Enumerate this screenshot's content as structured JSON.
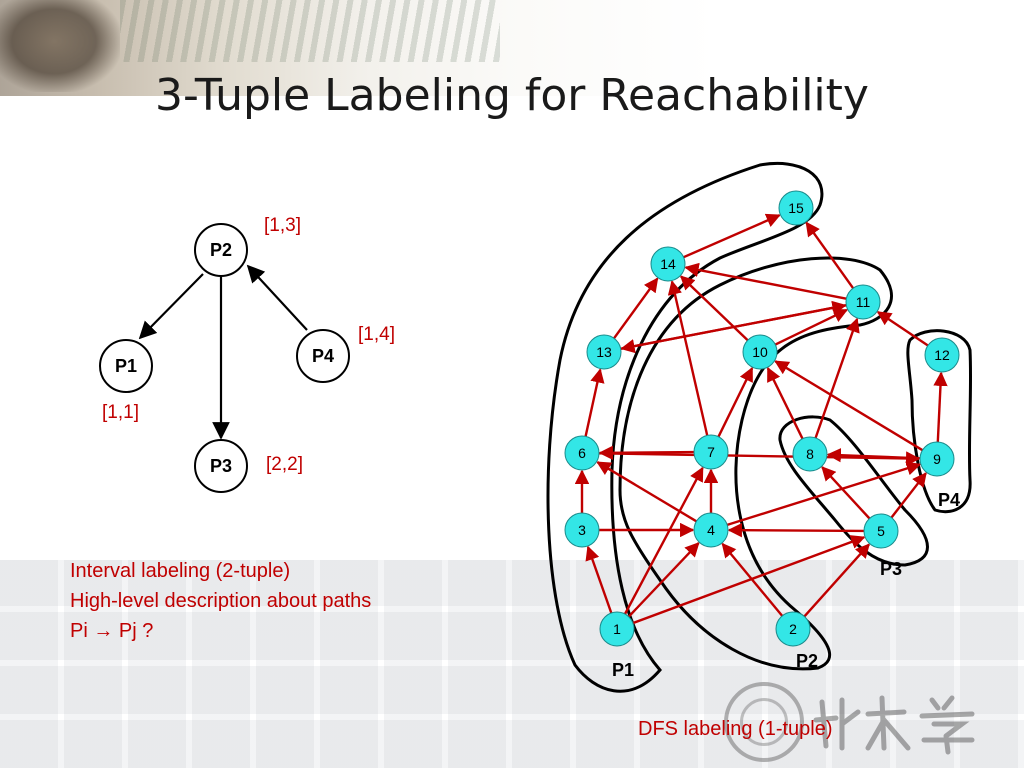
{
  "title": "3-Tuple Labeling for Reachability",
  "left_graph": {
    "nodes": [
      {
        "id": "P2",
        "label": "P2",
        "interval": "[1,3]"
      },
      {
        "id": "P1",
        "label": "P1",
        "interval": "[1,1]"
      },
      {
        "id": "P4",
        "label": "P4",
        "interval": "[1,4]"
      },
      {
        "id": "P3",
        "label": "P3",
        "interval": "[2,2]"
      }
    ],
    "edges": [
      [
        "P2",
        "P1"
      ],
      [
        "P2",
        "P3"
      ],
      [
        "P4",
        "P2"
      ]
    ]
  },
  "caption": {
    "line1": "Interval labeling (2-tuple)",
    "line2": "High-level description about paths",
    "line3": "Pi → Pj ?"
  },
  "right_graph": {
    "node_labels": [
      "1",
      "2",
      "3",
      "4",
      "5",
      "6",
      "7",
      "8",
      "9",
      "10",
      "11",
      "12",
      "13",
      "14",
      "15"
    ],
    "path_labels": {
      "P1": "P1",
      "P2": "P2",
      "P3": "P3",
      "P4": "P4"
    },
    "edges": [
      [
        "1",
        "3"
      ],
      [
        "3",
        "6"
      ],
      [
        "6",
        "13"
      ],
      [
        "13",
        "14"
      ],
      [
        "14",
        "15"
      ],
      [
        "2",
        "4"
      ],
      [
        "4",
        "7"
      ],
      [
        "7",
        "10"
      ],
      [
        "10",
        "11"
      ],
      [
        "11",
        "15"
      ],
      [
        "5",
        "8"
      ],
      [
        "9",
        "12"
      ],
      [
        "1",
        "7"
      ],
      [
        "1",
        "4"
      ],
      [
        "1",
        "5"
      ],
      [
        "2",
        "5"
      ],
      [
        "3",
        "4"
      ],
      [
        "4",
        "6"
      ],
      [
        "7",
        "6"
      ],
      [
        "7",
        "14"
      ],
      [
        "4",
        "9"
      ],
      [
        "6",
        "9"
      ],
      [
        "10",
        "14"
      ],
      [
        "11",
        "14"
      ],
      [
        "11",
        "13"
      ],
      [
        "13",
        "11"
      ],
      [
        "12",
        "11"
      ],
      [
        "8",
        "10"
      ],
      [
        "8",
        "11"
      ],
      [
        "9",
        "8"
      ],
      [
        "9",
        "10"
      ],
      [
        "5",
        "4"
      ],
      [
        "5",
        "9"
      ]
    ]
  },
  "dfs_label": "DFS labeling (1-tuple)",
  "colors": {
    "node_fill": "#33e6e6",
    "edge": "#c00000",
    "label_red": "#c00000",
    "text": "#000000"
  }
}
